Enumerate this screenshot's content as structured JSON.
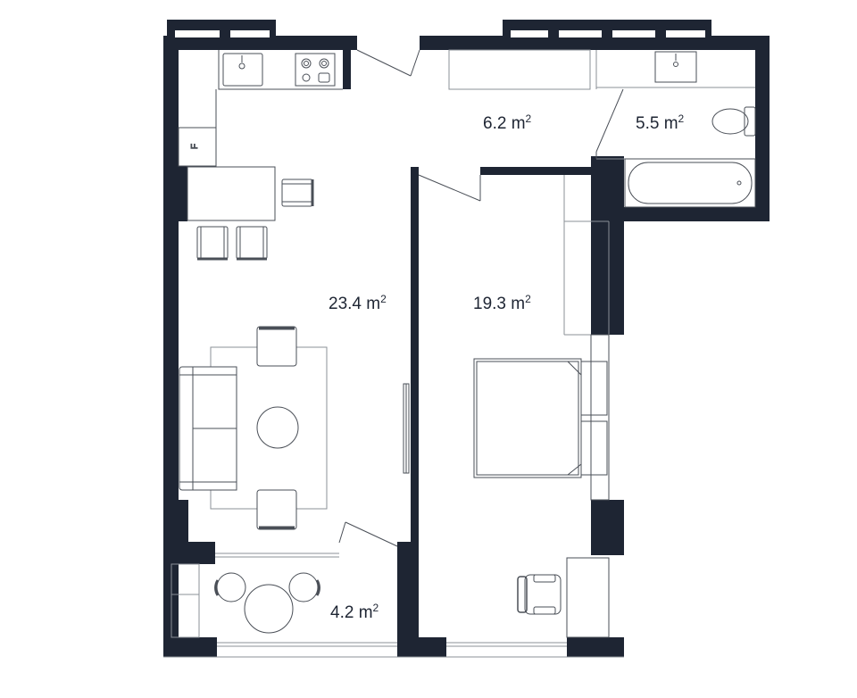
{
  "colors": {
    "wall": "#1e2533",
    "line": "#4a4f57",
    "thin": "#8b9097",
    "background": "#ffffff"
  },
  "rooms": [
    {
      "id": "kitchen-living",
      "area": "23.4",
      "unit": "m",
      "sup": "2"
    },
    {
      "id": "hall",
      "area": "6.2",
      "unit": "m",
      "sup": "2"
    },
    {
      "id": "bathroom",
      "area": "5.5",
      "unit": "m",
      "sup": "2"
    },
    {
      "id": "bedroom",
      "area": "19.3",
      "unit": "m",
      "sup": "2"
    },
    {
      "id": "balcony",
      "area": "4.2",
      "unit": "m",
      "sup": "2"
    }
  ],
  "fridge_label": "F",
  "icons": [
    "sink-icon",
    "stove-icon",
    "fridge-icon",
    "table-icon",
    "chair-icon",
    "sofa-icon",
    "round-table-icon",
    "rug-icon",
    "bed-icon",
    "nightstand-icon",
    "wardrobe-icon",
    "desk-icon",
    "office-chair-icon",
    "toilet-icon",
    "bathtub-icon",
    "washbasin-icon",
    "door-icon",
    "window-icon"
  ]
}
